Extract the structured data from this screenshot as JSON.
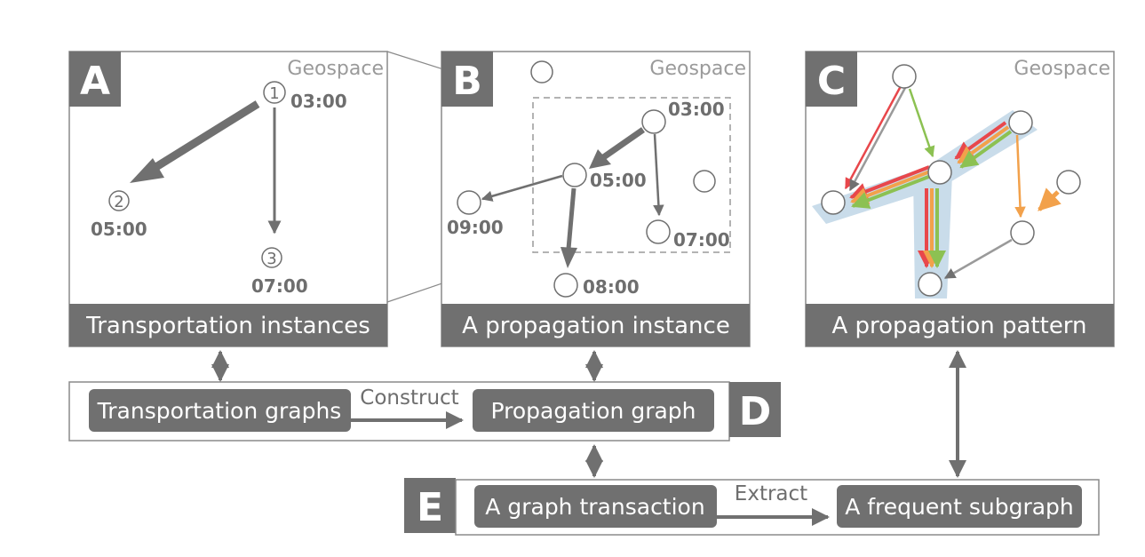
{
  "colors": {
    "gray": "#707070",
    "red": "#e8474b",
    "green": "#8cc152",
    "orange": "#f2a14b",
    "highlight": "#c9dcea"
  },
  "panelA": {
    "letter": "A",
    "geospace": "Geospace",
    "caption": "Transportation instances",
    "nodes": [
      {
        "num": "1",
        "time": "03:00"
      },
      {
        "num": "2",
        "time": "05:00"
      },
      {
        "num": "3",
        "time": "07:00"
      }
    ]
  },
  "panelB": {
    "letter": "B",
    "geospace": "Geospace",
    "caption": "A propagation instance",
    "times": [
      "03:00",
      "05:00",
      "09:00",
      "07:00",
      "08:00"
    ]
  },
  "panelC": {
    "letter": "C",
    "geospace": "Geospace",
    "caption": "A propagation pattern"
  },
  "rowD": {
    "letter": "D",
    "left_label": "Transportation graphs",
    "edge_label": "Construct",
    "right_label": "Propagation graph"
  },
  "rowE": {
    "letter": "E",
    "left_label": "A graph transaction",
    "edge_label": "Extract",
    "right_label": "A frequent subgraph"
  }
}
